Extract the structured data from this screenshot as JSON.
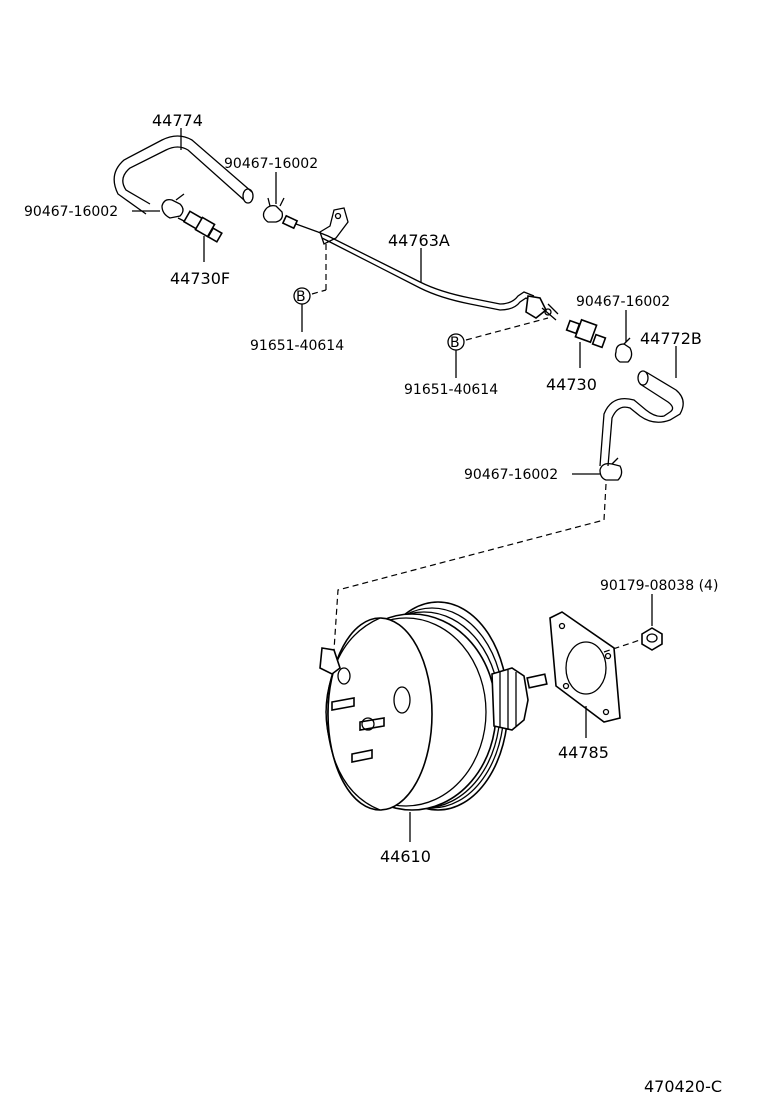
{
  "diagram": {
    "parts": {
      "hose_upper": "44774",
      "clamp_a": "90467-16002",
      "clamp_b": "90467-16002",
      "valve_f": "44730F",
      "pipe": "44763A",
      "bolt_a_letter": "B",
      "bolt_a": "91651-40614",
      "bolt_b_letter": "B",
      "bolt_b": "91651-40614",
      "clamp_c": "90467-16002",
      "valve": "44730",
      "hose_lower": "44772B",
      "clamp_d": "90467-16002",
      "nut": "90179-08038 (4)",
      "gasket": "44785",
      "booster": "44610"
    },
    "figure_code": "470420-C"
  }
}
